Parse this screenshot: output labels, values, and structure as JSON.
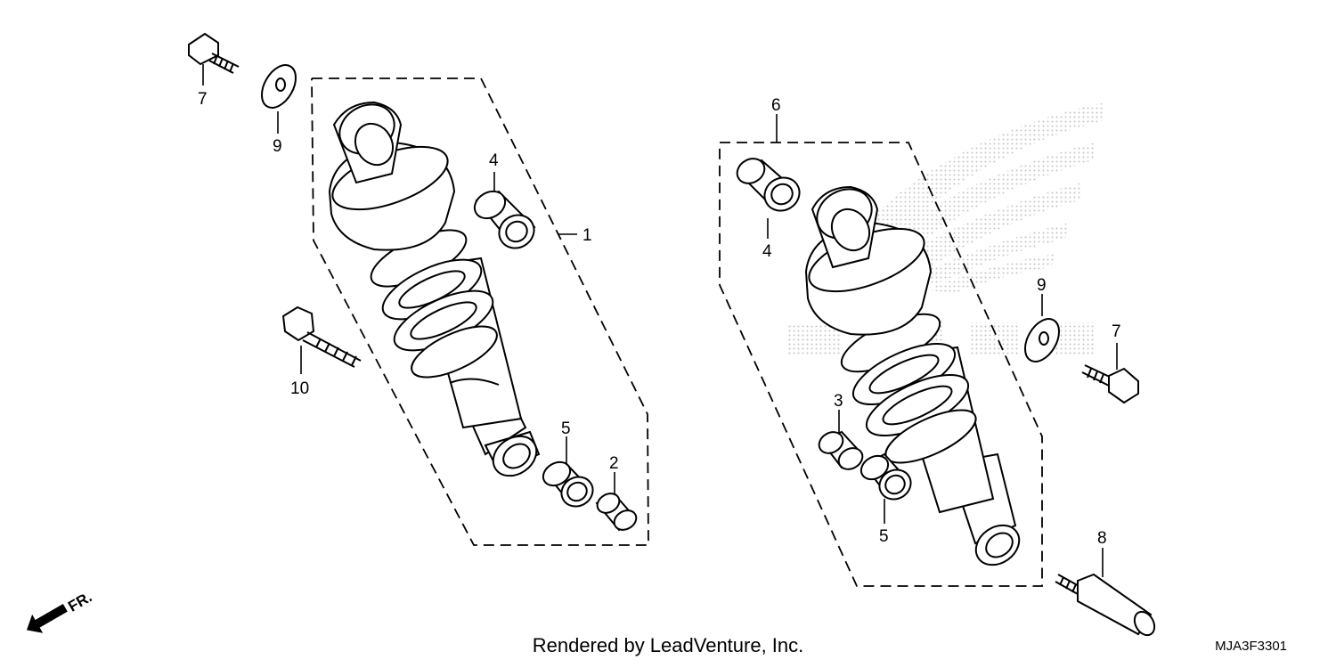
{
  "diagram": {
    "callouts": {
      "c1": "1",
      "c2": "2",
      "c3": "3",
      "c4a": "4",
      "c4b": "4",
      "c5a": "5",
      "c5b": "5",
      "c6": "6",
      "c7a": "7",
      "c7b": "7",
      "c8": "8",
      "c9a": "9",
      "c9b": "9",
      "c10": "10"
    },
    "footer_credit": "Rendered by LeadVenture, Inc.",
    "diagram_code": "MJA3F3301",
    "direction_label": "FR.",
    "colors": {
      "line": "#000000",
      "background": "#ffffff",
      "watermark": "#c8c8c8"
    }
  }
}
